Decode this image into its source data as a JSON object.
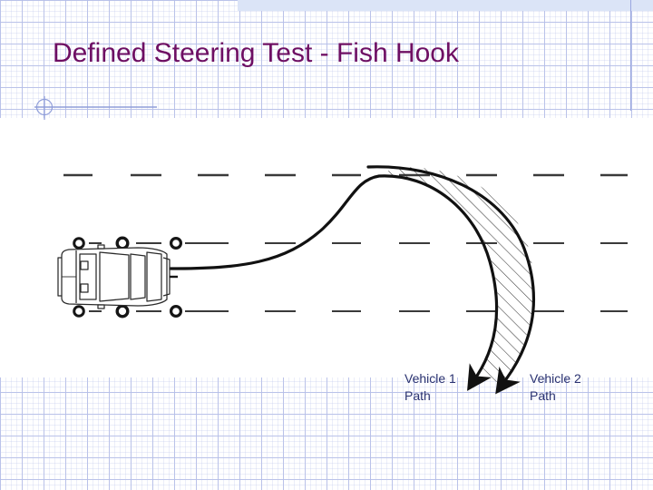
{
  "slide": {
    "title": "Defined Steering Test - Fish Hook",
    "title_color": "#6E0F63",
    "background": "graph-paper",
    "grid_color": "#abb6e4",
    "accent_band_color": "#dbe4f7"
  },
  "diagram": {
    "type": "fish-hook-steering-test",
    "vehicle": {
      "view": "top-down",
      "position": "left",
      "heading": "right"
    },
    "cones": {
      "rows": 2,
      "per_row": 3,
      "marker": "circle-with-dash"
    },
    "lane_markings": {
      "style": "dashed",
      "rows": 3
    },
    "paths": [
      {
        "id": "vehicle-1",
        "label": "Vehicle 1\nPath",
        "terminator": "arrow"
      },
      {
        "id": "vehicle-2",
        "label": "Vehicle 2\nPath",
        "terminator": "arrow"
      }
    ],
    "hatched_region": {
      "between": [
        "vehicle-1",
        "vehicle-2"
      ],
      "angle_deg": 45
    }
  },
  "labels": {
    "vehicle1": "Vehicle 1\nPath",
    "vehicle2": "Vehicle 2\nPath"
  }
}
